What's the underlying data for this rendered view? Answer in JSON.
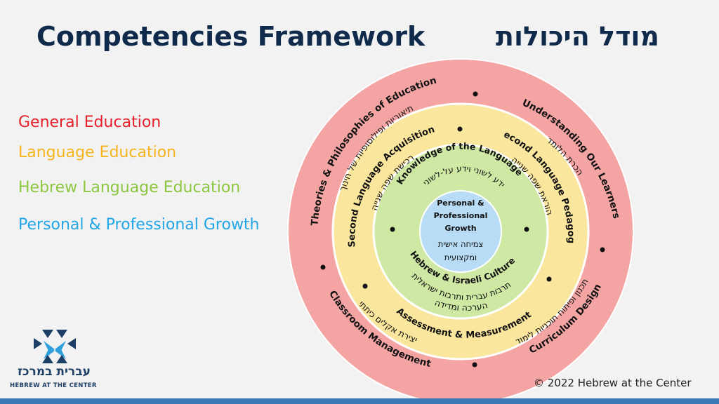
{
  "title_en": "Competencies Framework",
  "title_he": "מודל היכולות",
  "legend": [
    {
      "label": "General Education",
      "color": "#e8202a"
    },
    {
      "label": "Language Education",
      "color": "#f6b51e"
    },
    {
      "label": "Hebrew Language Education",
      "color": "#8cc63f"
    },
    {
      "label": "Personal & Professional Growth",
      "color": "#21a6e8"
    }
  ],
  "copyright": "© 2022 Hebrew at the Center",
  "logo": {
    "he": "עברית במרכז",
    "en": "HEBREW AT THE CENTER"
  },
  "colors": {
    "title": "#0f2a4a",
    "ring_outer": "#f4a5a3",
    "ring_yellow": "#fbe69d",
    "ring_green": "#cfe8a4",
    "center": "#b8dcf5",
    "bar": "#3a79b6",
    "ring_outline": "#ffffff"
  },
  "center": {
    "en": [
      "Personal &",
      "Professional",
      "Growth"
    ],
    "he": [
      "צמיחה אישית",
      "ומקצועית"
    ]
  },
  "rings": {
    "red_top": {
      "en": "Theories & Philosophies of Education",
      "he": "תיאוריות ופילוסופיות של חינוך"
    },
    "red_right": {
      "en": "Understanding Our Learners",
      "he": "הכרת הלומד"
    },
    "red_bottom_right": {
      "en": "Curriculum Design",
      "he": "תכנון ופיתוח תוכניות לימוד"
    },
    "red_bottom_left": {
      "en": "Classroom Management",
      "he": "יצירת אקלים כיתתי"
    },
    "yellow_left": {
      "en": "Second Language Acquisition",
      "he": "רכישת שפה שנייה"
    },
    "yellow_right": {
      "en": "Second Language Pedagogy",
      "he": "הוראת שפה שנייה"
    },
    "yellow_bottom": {
      "en": "Assessment & Measurement",
      "he": "הערכה ומדידה"
    },
    "green_top": {
      "en": "Knowledge of the Language",
      "he": "ידע לשוני וידע על-לשוני"
    },
    "green_bottom": {
      "en": "Hebrew & Israeli Culture",
      "he": "תרבות עברית ותרבות ישראלית"
    }
  }
}
